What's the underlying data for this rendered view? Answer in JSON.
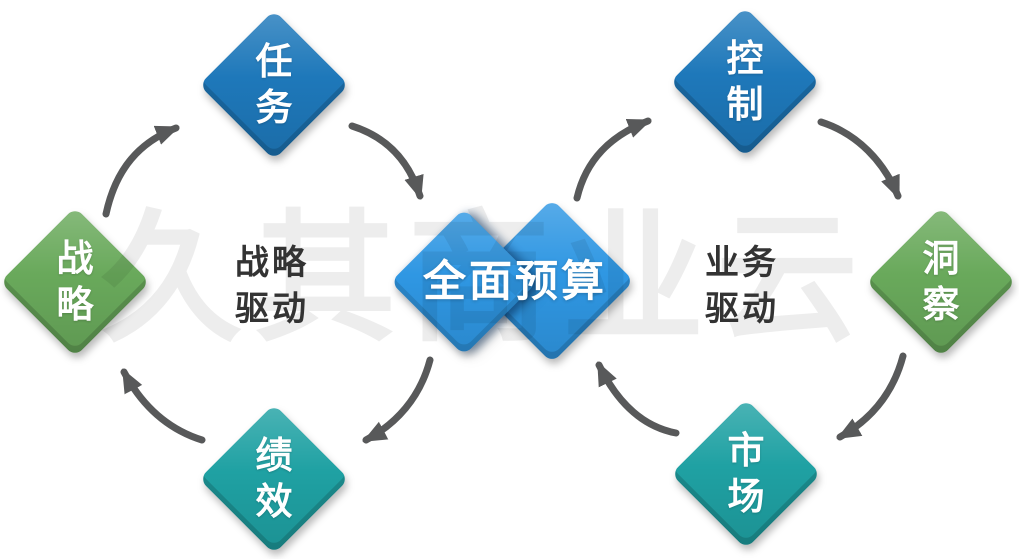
{
  "diagram": {
    "center": {
      "label": "全面预算",
      "color": "#2f97e3"
    },
    "nodes": [
      {
        "id": "strategy",
        "label": "战\n略",
        "color": "#69a95b"
      },
      {
        "id": "task",
        "label": "任\n务",
        "color": "#1e78ba"
      },
      {
        "id": "performance",
        "label": "绩\n效",
        "color": "#1fa1a3"
      },
      {
        "id": "control",
        "label": "控\n制",
        "color": "#1e78ba"
      },
      {
        "id": "insight",
        "label": "洞\n察",
        "color": "#69a95b"
      },
      {
        "id": "market",
        "label": "市\n场",
        "color": "#1fa1a3"
      }
    ],
    "left_caption": "战略\n驱动",
    "right_caption": "业务\n驱动",
    "watermark": "久其商业云",
    "arrow_color": "#58595a",
    "caption_color": "#333333",
    "cycles": [
      {
        "name": "strategy-driven-loop",
        "sequence": [
          "战略",
          "任务",
          "全面预算",
          "绩效",
          "战略"
        ]
      },
      {
        "name": "business-driven-loop",
        "sequence": [
          "全面预算",
          "控制",
          "洞察",
          "市场",
          "全面预算"
        ]
      }
    ]
  },
  "vars": {
    "--arrow-color": "#58595a",
    "--caption-color": "#333333",
    "--wm-color": "rgba(0,0,0,0.07)"
  }
}
